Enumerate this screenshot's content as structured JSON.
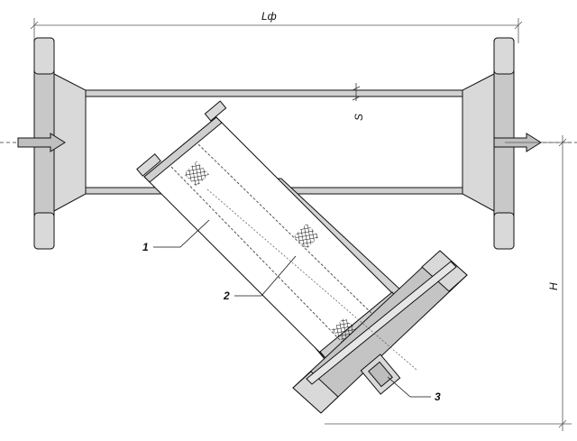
{
  "dimensions": {
    "overall_length": "Lф",
    "wall_thickness": "S",
    "height": "H"
  },
  "callouts": {
    "body": "1",
    "screen": "2",
    "plug": "3"
  },
  "colors": {
    "line": "#111111",
    "shade_light": "#d9d9d9",
    "shade_mid": "#bdbdbd",
    "shade_dark": "#9a9a9a",
    "arrow_fill": "#bfbfbf"
  },
  "flow_direction": "left-to-right"
}
